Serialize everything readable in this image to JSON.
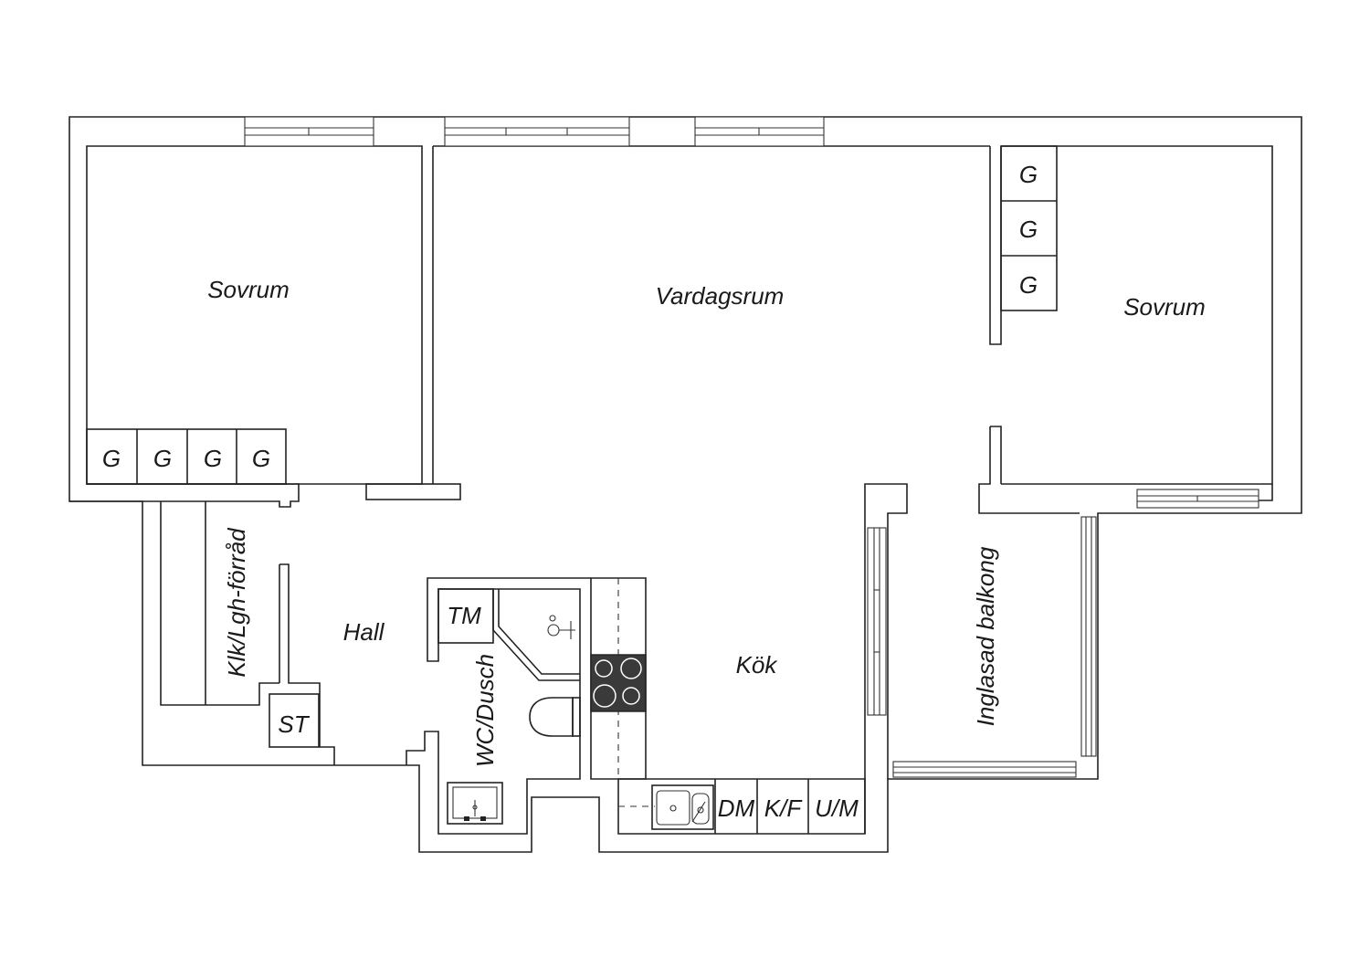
{
  "labels": {
    "sovrum_left": "Sovrum",
    "vardagsrum": "Vardagsrum",
    "sovrum_right": "Sovrum",
    "hall": "Hall",
    "klk": "Klk/Lgh-förråd",
    "wc": "WC/Dusch",
    "tm": "TM",
    "st": "ST",
    "kok": "Kök",
    "balkong": "Inglasad balkong",
    "g": "G",
    "dm": "DM",
    "kf": "K/F",
    "um": "U/M"
  },
  "colors": {
    "line": "#222222",
    "stove": "#3a3a3a",
    "background": "#ffffff"
  }
}
